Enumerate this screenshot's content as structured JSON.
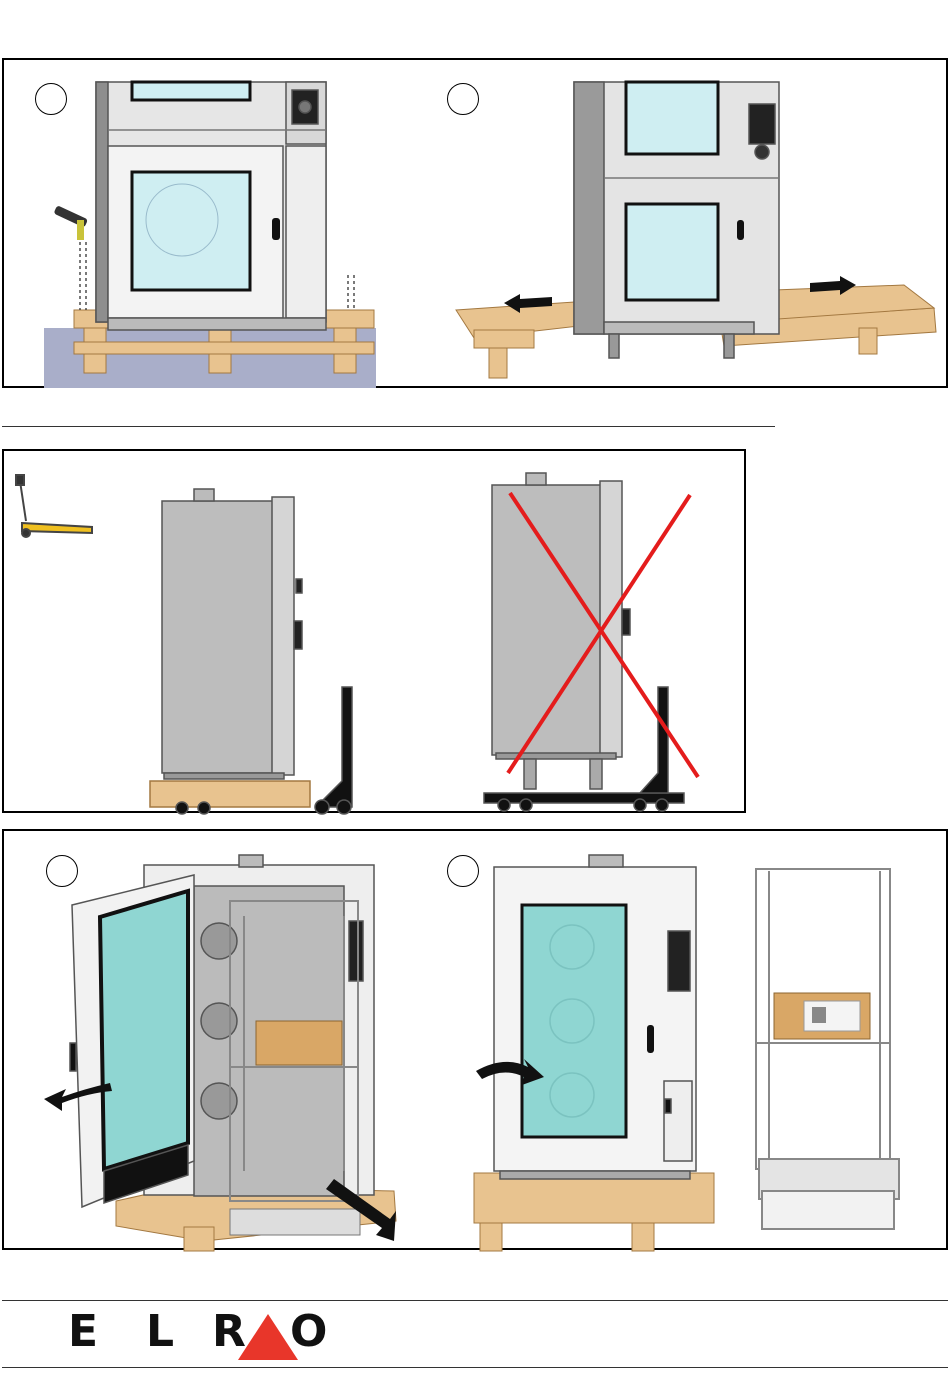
{
  "brand": {
    "letters": [
      "E",
      "L",
      "R",
      "O"
    ],
    "logo_text": "ELRO",
    "triangle_color": "#e8362a"
  },
  "colors": {
    "wood": "#e8c38f",
    "wood_dark": "#c99a5c",
    "steel": "#b7b7b7",
    "glass": "#cfeef2",
    "teal_glass": "#8fd6d2",
    "cross_red": "#e41c1c",
    "floor_blue": "#a9aec9"
  },
  "icons": [
    "screwdriver-icon",
    "pallet-truck-icon",
    "arrow-left-icon",
    "arrow-right-icon",
    "curved-arrow-icon",
    "red-cross-icon"
  ]
}
